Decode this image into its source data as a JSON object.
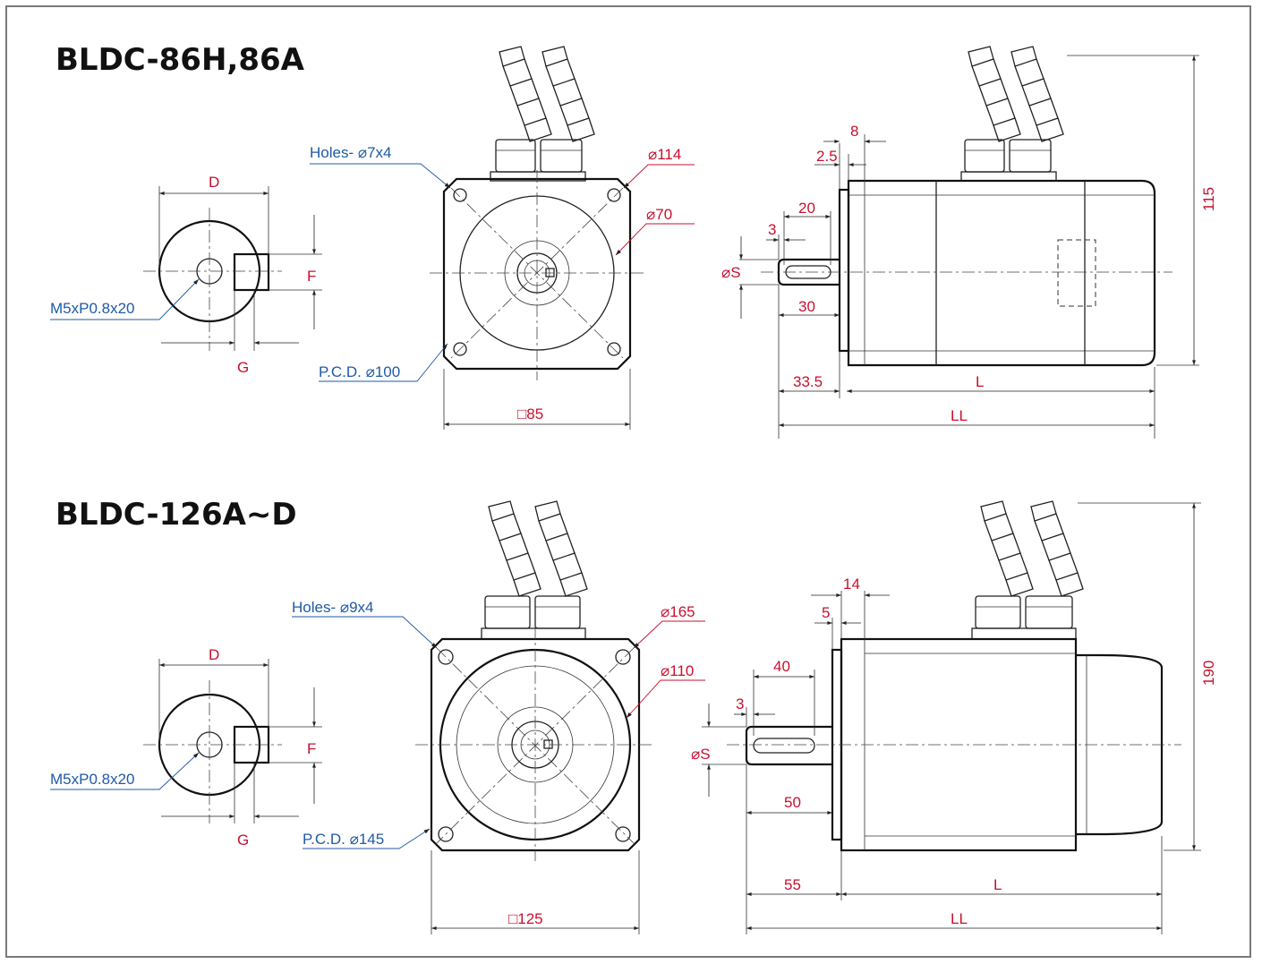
{
  "top": {
    "title": "BLDC-86H,86A",
    "shaft": {
      "D": "D",
      "F": "F",
      "G": "G",
      "tap": "M5xP0.8x20"
    },
    "front": {
      "holes": "Holes- ⌀7x4",
      "d_outer": "⌀114",
      "d_pilot": "⌀70",
      "pcd": "P.C.D. ⌀100",
      "square": "□85"
    },
    "side": {
      "d8": "8",
      "d25": "2.5",
      "d20": "20",
      "d3": "3",
      "ds": "⌀S",
      "d30": "30",
      "d335": "33.5",
      "L": "L",
      "LL": "LL",
      "h115": "115"
    }
  },
  "bottom": {
    "title": "BLDC-126A~D",
    "shaft": {
      "D": "D",
      "F": "F",
      "G": "G",
      "tap": "M5xP0.8x20"
    },
    "front": {
      "holes": "Holes- ⌀9x4",
      "d_outer": "⌀165",
      "d_pilot": "⌀110",
      "pcd": "P.C.D. ⌀145",
      "square": "□125"
    },
    "side": {
      "d14": "14",
      "d5": "5",
      "d40": "40",
      "d3": "3",
      "ds": "⌀S",
      "d50": "50",
      "d55": "55",
      "L": "L",
      "LL": "LL",
      "h190": "190"
    }
  },
  "colors": {
    "dimension_text": "#c8102e",
    "callout_text": "#1f5aa6",
    "lines": "#111111"
  }
}
